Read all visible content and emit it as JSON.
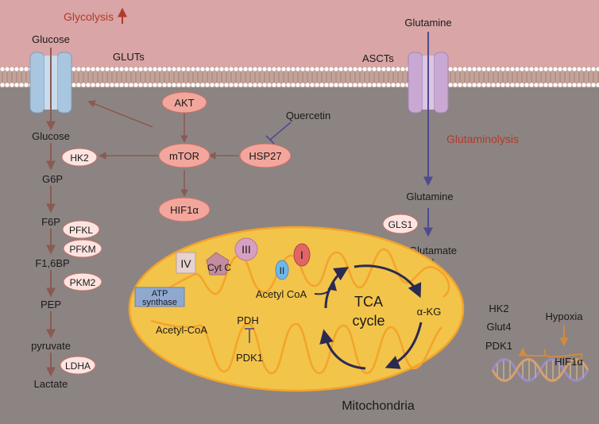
{
  "title": "",
  "colors": {
    "extracellular": "#d9a5a6",
    "cytoplasm": "#8c8482",
    "membrane_lipid": "#c2a39a",
    "membrane_head": "#ffffff",
    "glut_channel": "#a9c6e0",
    "asct_channel": "#c9a8d4",
    "arrow_brown": "#8a5a52",
    "arrow_purple": "#4e4a8e",
    "arrow_dark": "#3a3960",
    "red_label": "#b23a2b",
    "mito_fill": "#f2c44a",
    "mito_edge": "#f5a32a",
    "node_fill": "#f2a69c",
    "node_edge": "#c56f66",
    "enzyme_fill": "#fde4e0",
    "tca_arrow": "#2b2a52",
    "complex_I": "#e06666",
    "complex_II": "#6fb8e8",
    "complex_III": "#d6a1c0",
    "complex_IV": "#e6d2cf",
    "cytc": "#c48c9e",
    "atp_synthase": "#8fa8d0",
    "dna_a": "#d8a06a",
    "dna_b": "#9a8cc8"
  },
  "labels": {
    "glycolysis": "Glycolysis",
    "glucose_out": "Glucose",
    "gluts": "GLUTs",
    "glutamine_out": "Glutamine",
    "ascts": "ASCTs",
    "glutaminolysis": "Glutaminolysis",
    "quercetin": "Quercetin",
    "mitochondria": "Mitochondria",
    "hypoxia": "Hypoxia"
  },
  "signaling": {
    "akt": "AKT",
    "mtor": "mTOR",
    "hsp27": "HSP27",
    "hif1a": "HIF1α"
  },
  "glycolysis_pathway": {
    "metabolites": [
      "Glucose",
      "G6P",
      "F6P",
      "F1,6BP",
      "PEP",
      "pyruvate",
      "Lactate"
    ],
    "enzymes": [
      "HK2",
      "PFKL",
      "PFKM",
      "PKM2",
      "LDHA"
    ]
  },
  "glutaminolysis_pathway": {
    "glutamine_in": "Glutamine",
    "gls1": "GLS1",
    "glutamate": "Glutamate",
    "akg": "α-KG"
  },
  "mitochondrion": {
    "complex_I": "I",
    "complex_II": "II",
    "complex_III": "III",
    "complex_IV": "IV",
    "cyt_c": "Cyt C",
    "atp_synthase_line1": "ATP",
    "atp_synthase_line2": "synthase",
    "acetyl_coa_left": "Acetyl-CoA",
    "acetyl_coa": "Acetyl CoA",
    "pdh": "PDH",
    "pdk1": "PDK1",
    "tca_line1": "TCA",
    "tca_line2": "cycle"
  },
  "hif_targets": {
    "genes": [
      "HK2",
      "Glut4",
      "PDK1"
    ],
    "hif1a": "HIF1α"
  }
}
